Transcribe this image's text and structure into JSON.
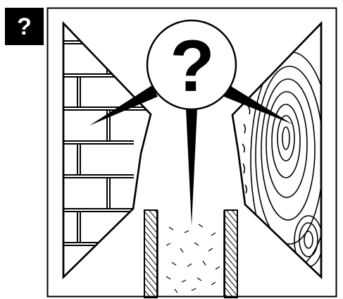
{
  "badge": {
    "label": "?"
  },
  "center_symbol": {
    "label": "?"
  },
  "colors": {
    "ink": "#000000",
    "paper": "#ffffff"
  },
  "illustration": {
    "left_panel": "brick-wall",
    "right_panel": "wood-grain",
    "bottom_panel": "insulated-wall-section"
  }
}
